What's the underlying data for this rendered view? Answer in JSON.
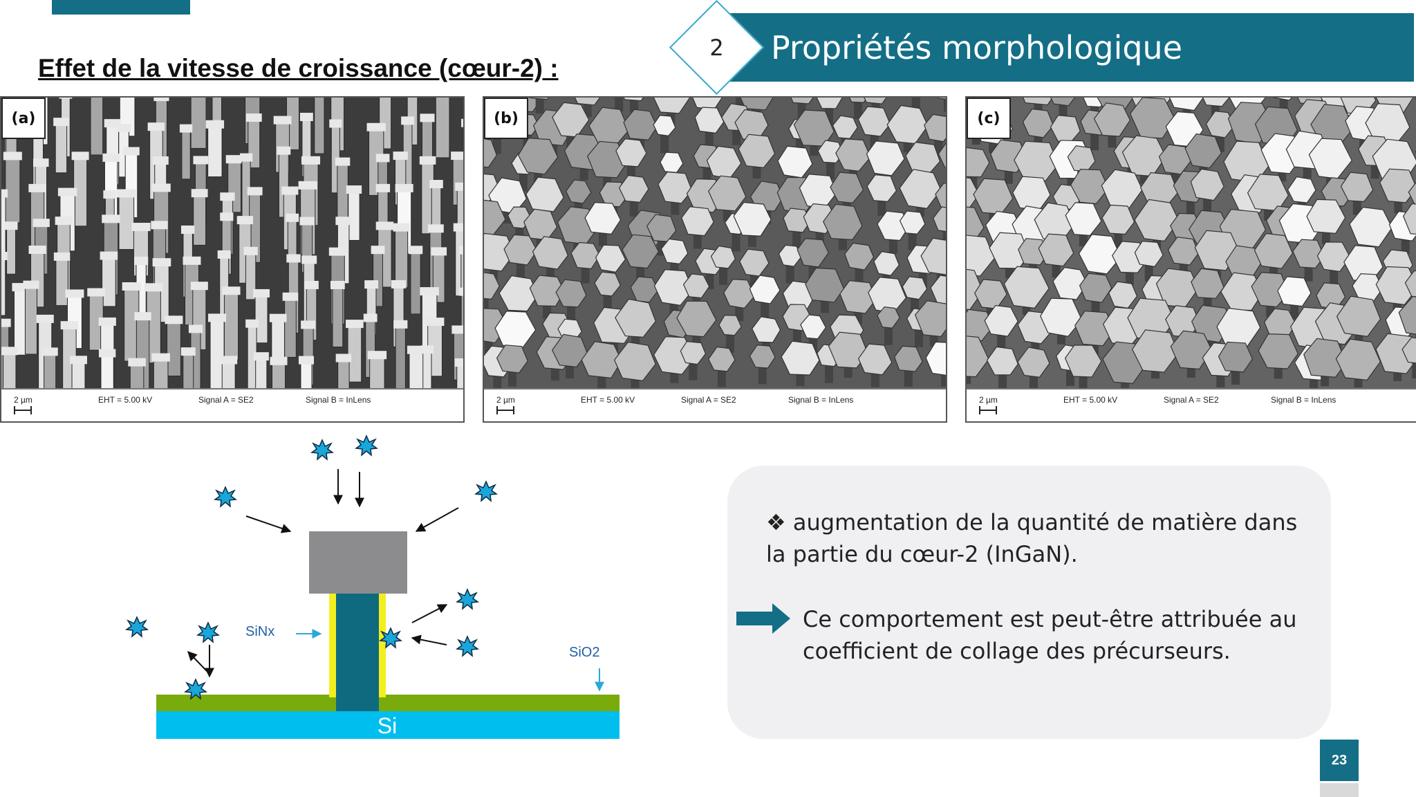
{
  "header": {
    "section_number": "2",
    "section_title": "Propriétés morphologique"
  },
  "subtitle": "Effet de la vitesse de croissance (cœur-2) :",
  "sem_images": [
    {
      "label": "(a)",
      "scale": "2 µm",
      "eht": "EHT = 5.00 kV",
      "signal_a": "Signal A = SE2",
      "signal_b": "Signal B = InLens"
    },
    {
      "label": "(b)",
      "scale": "2 µm",
      "eht": "EHT = 5.00 kV",
      "signal_a": "Signal A = SE2",
      "signal_b": "Signal B = InLens"
    },
    {
      "label": "(c)",
      "scale": "2 µm",
      "eht": "EHT = 5.00 kV",
      "signal_a": "Signal A = SE2",
      "signal_b": "Signal B = InLens"
    }
  ],
  "diagram": {
    "sinx_label": "SiNx",
    "sio2_label": "SiO2",
    "si_label": "Si"
  },
  "panel": {
    "bullet_symbol": "❖",
    "bullet_text": "augmentation de la quantité de matière dans la partie du cœur-2 (InGaN).",
    "conclusion_text": "Ce comportement est peut-être attribuée au coefficient de collage des précurseurs."
  },
  "page_number": "23",
  "colors": {
    "teal": "#136e86",
    "diagram_si": "#00bfef",
    "diagram_sio2": "#7aab0c",
    "diagram_core": "#0f6a80",
    "diagram_shell": "#f2ef1f",
    "diagram_cap": "#8c8c8e"
  }
}
